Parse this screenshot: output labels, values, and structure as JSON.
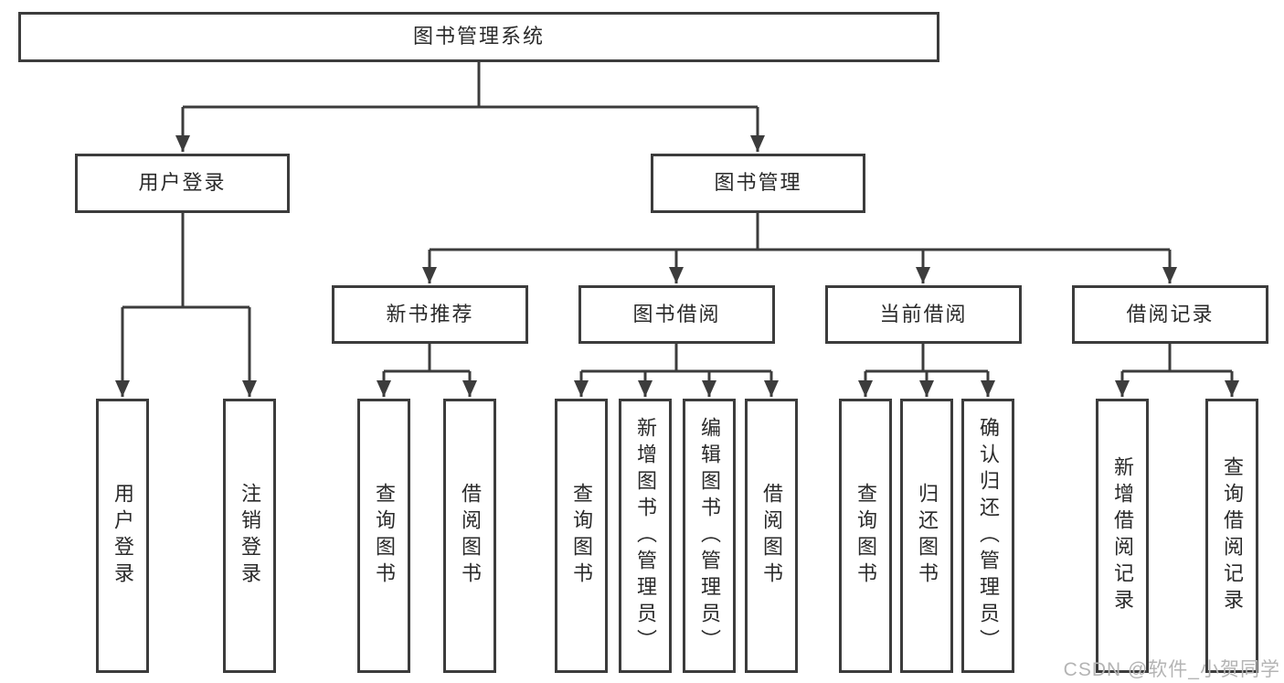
{
  "diagram_type": "hierarchy",
  "watermark": "CSDN @软件_小贺同学",
  "colors": {
    "line": "#3c3c3c",
    "border": "#3c3c3c",
    "text": "#2a2a2a",
    "watermark": "#b4b4b4",
    "background": "#ffffff"
  },
  "nodes": {
    "root": "图书管理系统",
    "user_login": "用户登录",
    "book_management": "图书管理",
    "new_book_recommend": "新书推荐",
    "book_borrow": "图书借阅",
    "current_borrow": "当前借阅",
    "borrow_records": "借阅记录",
    "leaf_user_login": "用户登录",
    "leaf_logout": "注销登录",
    "leaf_rec_query_books": "查询图书",
    "leaf_rec_borrow_books": "借阅图书",
    "leaf_bb_query_books": "查询图书",
    "leaf_bb_add_books_admin": "新增图书（管理员）",
    "leaf_bb_edit_books_admin": "编辑图书（管理员）",
    "leaf_bb_borrow_books": "借阅图书",
    "leaf_cb_query_books": "查询图书",
    "leaf_cb_return_books": "归还图书",
    "leaf_cb_confirm_return_admin": "确认归还（管理员）",
    "leaf_br_add_record": "新增借阅记录",
    "leaf_br_query_record": "查询借阅记录"
  }
}
